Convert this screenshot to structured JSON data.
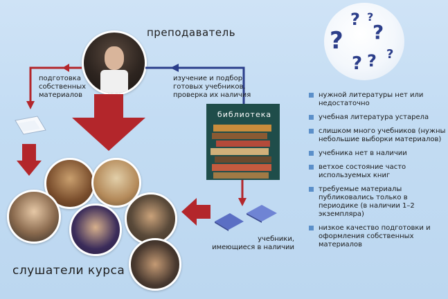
{
  "labels": {
    "teacher": "преподаватель",
    "students": "слушатели курса",
    "own_materials": "подготовка\nсобственных\nматериалов",
    "study_selection": "изучение и подбор\nготовых учебников,\nпроверка их наличия",
    "library": "библиотека",
    "available_books": "учебники,\nимеющиеся в наличии"
  },
  "problems": [
    "нужной литературы нет или недостаточно",
    "учебная литература устарела",
    "слишком много учебников (нужны небольшие выборки материалов)",
    "учебника нет в наличии",
    "ветхое состояние часто используемых книг",
    "требуемые материалы публиковались только в периодике (в наличии 1–2 экземпляра)",
    "низкое качество подготовки и оформления собственных материалов"
  ],
  "colors": {
    "red_arrow": "#b3262b",
    "blue_arrow": "#2b3e8a",
    "bullet": "#5b8fc9",
    "library_bg": "#1f4d4a"
  },
  "icons": [
    "question-marks-icon"
  ]
}
